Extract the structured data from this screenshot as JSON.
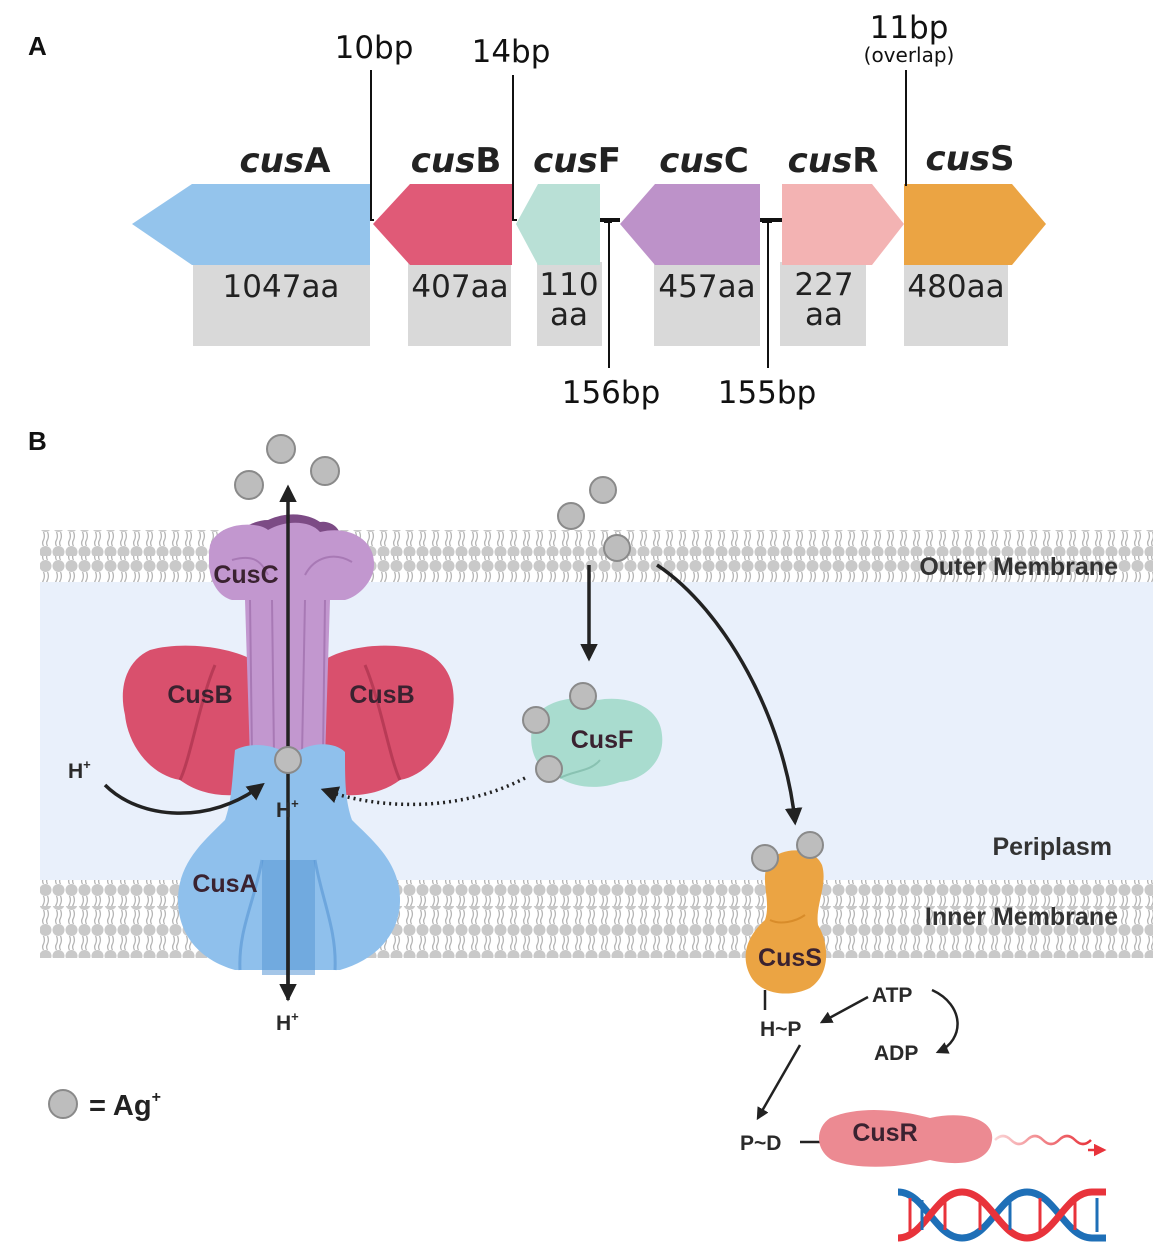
{
  "panel_a": {
    "label": "A",
    "genes": [
      {
        "prefix": "cus",
        "suffix": "A",
        "aa_line1": "1047aa",
        "aa_line2": "",
        "color": "#94c4ec"
      },
      {
        "prefix": "cus",
        "suffix": "B",
        "aa_line1": "407aa",
        "aa_line2": "",
        "color": "#e05a77"
      },
      {
        "prefix": "cus",
        "suffix": "F",
        "aa_line1": "110",
        "aa_line2": "aa",
        "color": "#b9e0d6"
      },
      {
        "prefix": "cus",
        "suffix": "C",
        "aa_line1": "457aa",
        "aa_line2": "",
        "color": "#bd92c9"
      },
      {
        "prefix": "cus",
        "suffix": "R",
        "aa_line1": "227",
        "aa_line2": "aa",
        "color": "#f3b3b3"
      },
      {
        "prefix": "cus",
        "suffix": "S",
        "aa_line1": "480aa",
        "aa_line2": "",
        "color": "#eba443"
      }
    ],
    "spacers": [
      {
        "text": "10bp",
        "note": ""
      },
      {
        "text": "14bp",
        "note": ""
      },
      {
        "text": "156bp",
        "note": ""
      },
      {
        "text": "155bp",
        "note": ""
      },
      {
        "text": "11bp",
        "note": "(overlap)"
      }
    ]
  },
  "panel_b": {
    "label": "B",
    "regions": {
      "outer": "Outer Membrane",
      "periplasm": "Periplasm",
      "inner": "Inner Membrane"
    },
    "proteins": {
      "cusc": "CusC",
      "cusb_left": "CusB",
      "cusb_right": "CusB",
      "cusa": "CusA",
      "cusf": "CusF",
      "cuss": "CusS",
      "cusr": "CusR"
    },
    "protons": {
      "left": "H",
      "center": "H",
      "bottom": "H",
      "superscript": "+"
    },
    "signaling": {
      "hp": "H~P",
      "atp": "ATP",
      "adp": "ADP",
      "pd": "P~D"
    },
    "legend": {
      "text": "= Ag",
      "superscript": "+"
    },
    "colors": {
      "periplasm": "#e9f0fb",
      "lipid_head": "#c9c9c9",
      "cusa": "#8fc0ec",
      "cusb": "#d9506d",
      "cusc": "#c297cf",
      "cusf": "#a9dccf",
      "cuss": "#eba443",
      "cusr": "#ec8a92",
      "ag_ion": "#bdbdbd"
    }
  }
}
